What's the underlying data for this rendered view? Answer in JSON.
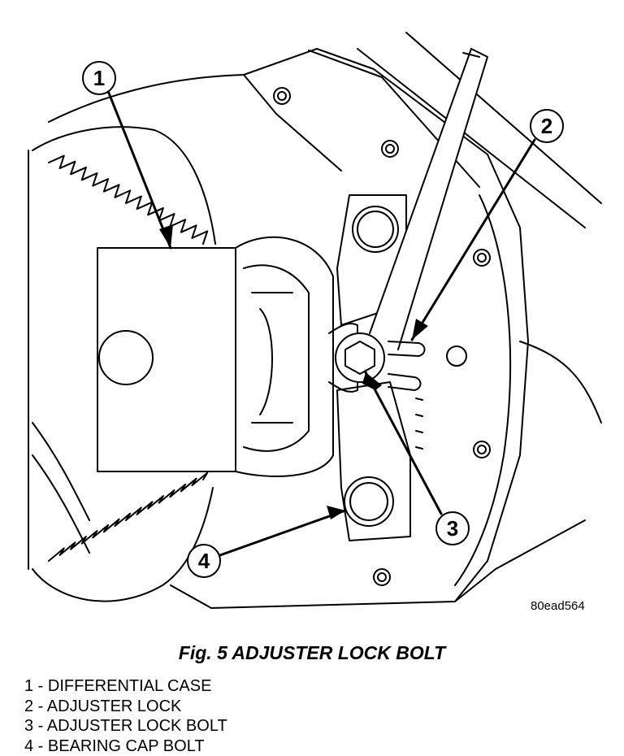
{
  "figure_id": "80ead564",
  "caption": "Fig. 5 ADJUSTER LOCK BOLT",
  "callouts": [
    "1",
    "2",
    "3",
    "4"
  ],
  "legend": [
    "1 - DIFFERENTIAL CASE",
    "2 - ADJUSTER LOCK",
    "3 - ADJUSTER LOCK BOLT",
    "4 - BEARING CAP BOLT"
  ],
  "colors": {
    "ink": "#000000",
    "paper": "#ffffff"
  }
}
